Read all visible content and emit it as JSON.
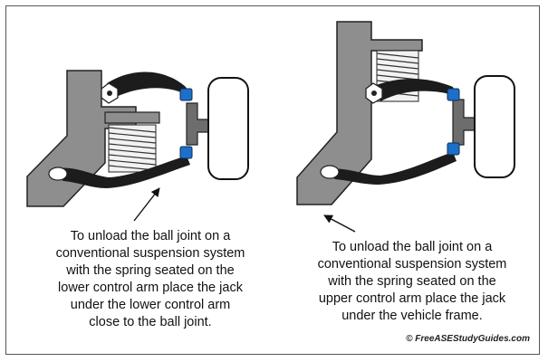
{
  "captions": {
    "left": "To unload the ball joint on a\nconventional suspension system\nwith the spring seated on the\nlower control arm place the jack\nunder the lower control arm\nclose to the ball joint.",
    "right": "To unload the ball joint on a\nconventional suspension system\nwith the spring seated on the\nupper control arm place the jack\nunder the vehicle frame."
  },
  "credit": "© FreeASEStudyGuides.com",
  "colors": {
    "frame": "#8e8e8e",
    "control_arm": "#1c1c1c",
    "spring": "#d9d9d9",
    "ball_joint": "#1e6fc9",
    "tire": "#ffffff"
  }
}
